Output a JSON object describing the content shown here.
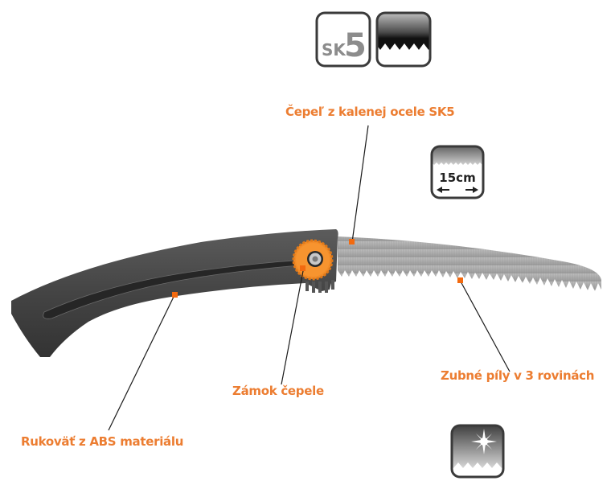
{
  "colors": {
    "accent_orange": "#ec7d31",
    "handle_dark": "#3f3f3f",
    "blade_gray": "#a7a7a7",
    "icon_border": "#3a3a3a",
    "sk5_text": "#8c8c8c",
    "leader_line": "#1a1a1a"
  },
  "icons": {
    "sk5_badge": {
      "name": "sk5-steel-icon",
      "text_sk": "SK",
      "text_5": "5"
    },
    "hardened_teeth": {
      "name": "hardened-teeth-icon"
    },
    "blade_length": {
      "name": "blade-length-icon",
      "text": "15cm"
    },
    "coated_blade": {
      "name": "coated-blade-shine-icon"
    }
  },
  "callouts": {
    "blade": {
      "label": "Čepeľ z kalenej ocele SK5"
    },
    "lock": {
      "label": "Zámok čepele"
    },
    "teeth": {
      "label": "Zubné píly v 3 rovinách"
    },
    "handle": {
      "label": "Rukoväť z ABS materiálu"
    }
  },
  "product": {
    "name": "folding-pruning-saw"
  }
}
